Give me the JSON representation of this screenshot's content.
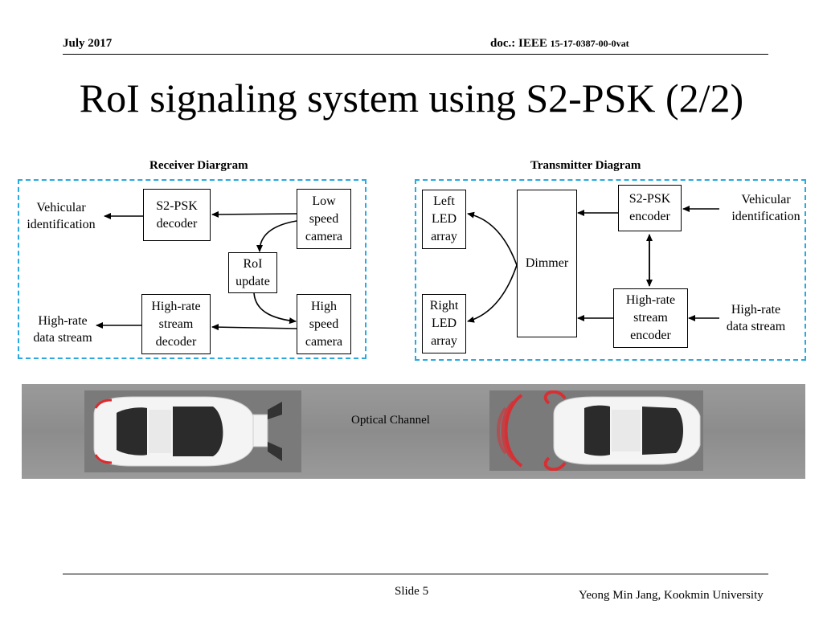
{
  "header": {
    "date": "July 2017",
    "doc_prefix": "doc.: IEEE",
    "doc_number": "15-17-0387-00-0vat"
  },
  "title": "RoI signaling system using S2-PSK (2/2)",
  "receiver": {
    "title": "Receiver Diargram",
    "vehicular_identification": [
      "Vehicular",
      "identification"
    ],
    "s2psk_decoder": [
      "S2-PSK",
      "decoder"
    ],
    "low_speed_camera": [
      "Low",
      "speed",
      "camera"
    ],
    "roi_update": [
      "RoI",
      "update"
    ],
    "high_rate_data_stream": [
      "High-rate",
      "data stream"
    ],
    "high_rate_stream_decoder": [
      "High-rate",
      "stream",
      "decoder"
    ],
    "high_speed_camera": [
      "High",
      "speed",
      "camera"
    ]
  },
  "transmitter": {
    "title": "Transmitter Diagram",
    "left_led_array": [
      "Left",
      "LED",
      "array"
    ],
    "right_led_array": [
      "Right",
      "LED",
      "array"
    ],
    "dimmer": "Dimmer",
    "s2psk_encoder": [
      "S2-PSK",
      "encoder"
    ],
    "vehicular_identification": [
      "Vehicular",
      "identification"
    ],
    "high_rate_stream_encoder": [
      "High-rate",
      "stream",
      "encoder"
    ],
    "high_rate_data_stream": [
      "High-rate",
      "data stream"
    ]
  },
  "road": {
    "optical_channel": "Optical Channel"
  },
  "footer": {
    "slide": "Slide 5",
    "author": "Yeong Min Jang, Kookmin University"
  },
  "colors": {
    "dashed_border": "#29a9e0",
    "road": "#959595",
    "led_light": "#e0282d"
  }
}
